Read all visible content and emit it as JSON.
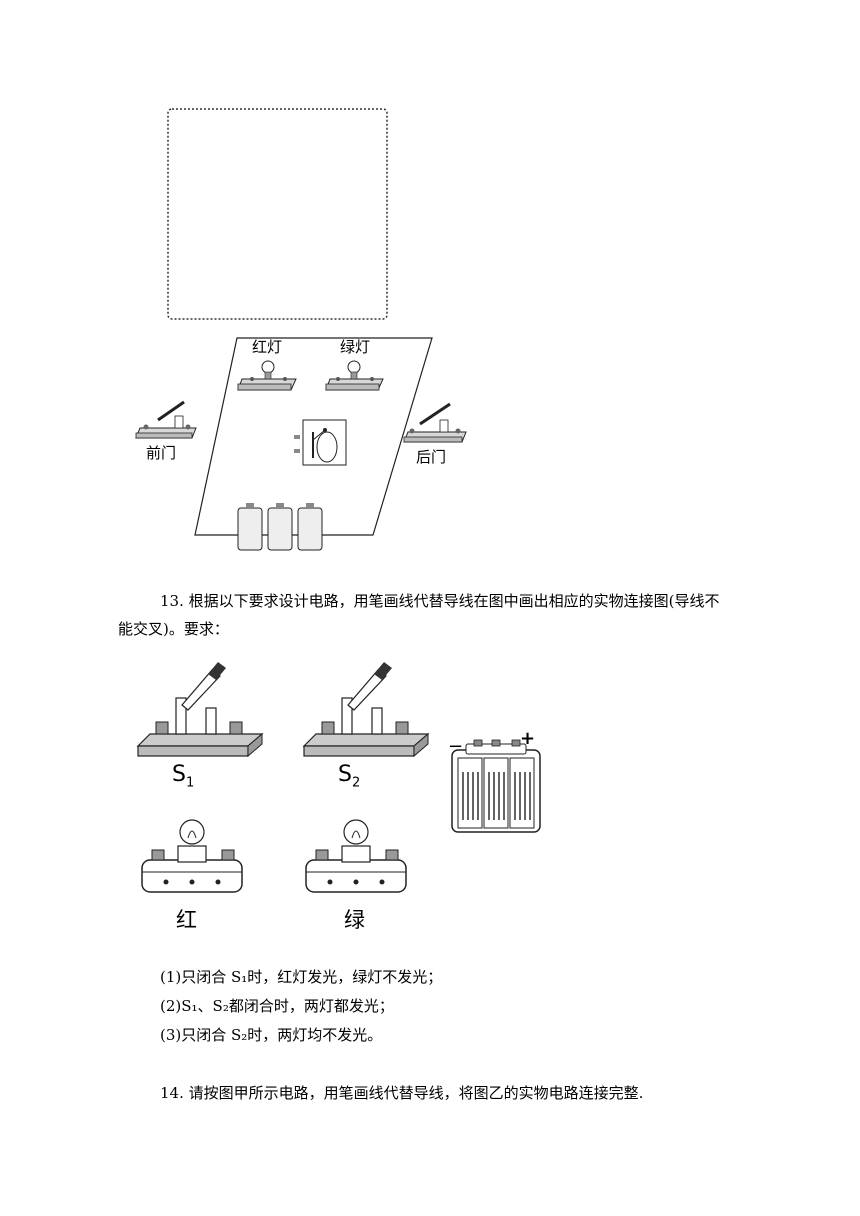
{
  "figure1": {
    "red_lamp": "红灯",
    "green_lamp": "绿灯",
    "front_door": "前门",
    "back_door": "后门"
  },
  "q13": {
    "line1": "13.  根据以下要求设计电路，用笔画线代替导线在图中画出相应的实物连接图(导线不",
    "line2": "能交叉)。要求：",
    "s1_letter": "S",
    "s1_sub": "1",
    "s2_letter": "S",
    "s2_sub": "2",
    "red_label": "红",
    "green_label": "绿",
    "battery_minus": "−",
    "battery_plus": "+",
    "req1": "(1)只闭合 S₁时，红灯发光，绿灯不发光；",
    "req2": "(2)S₁、S₂都闭合时，两灯都发光；",
    "req3": "(3)只闭合 S₂时，两灯均不发光。"
  },
  "q14": {
    "line1": "14.  请按图甲所示电路，用笔画线代替导线，将图乙的实物电路连接完整."
  }
}
